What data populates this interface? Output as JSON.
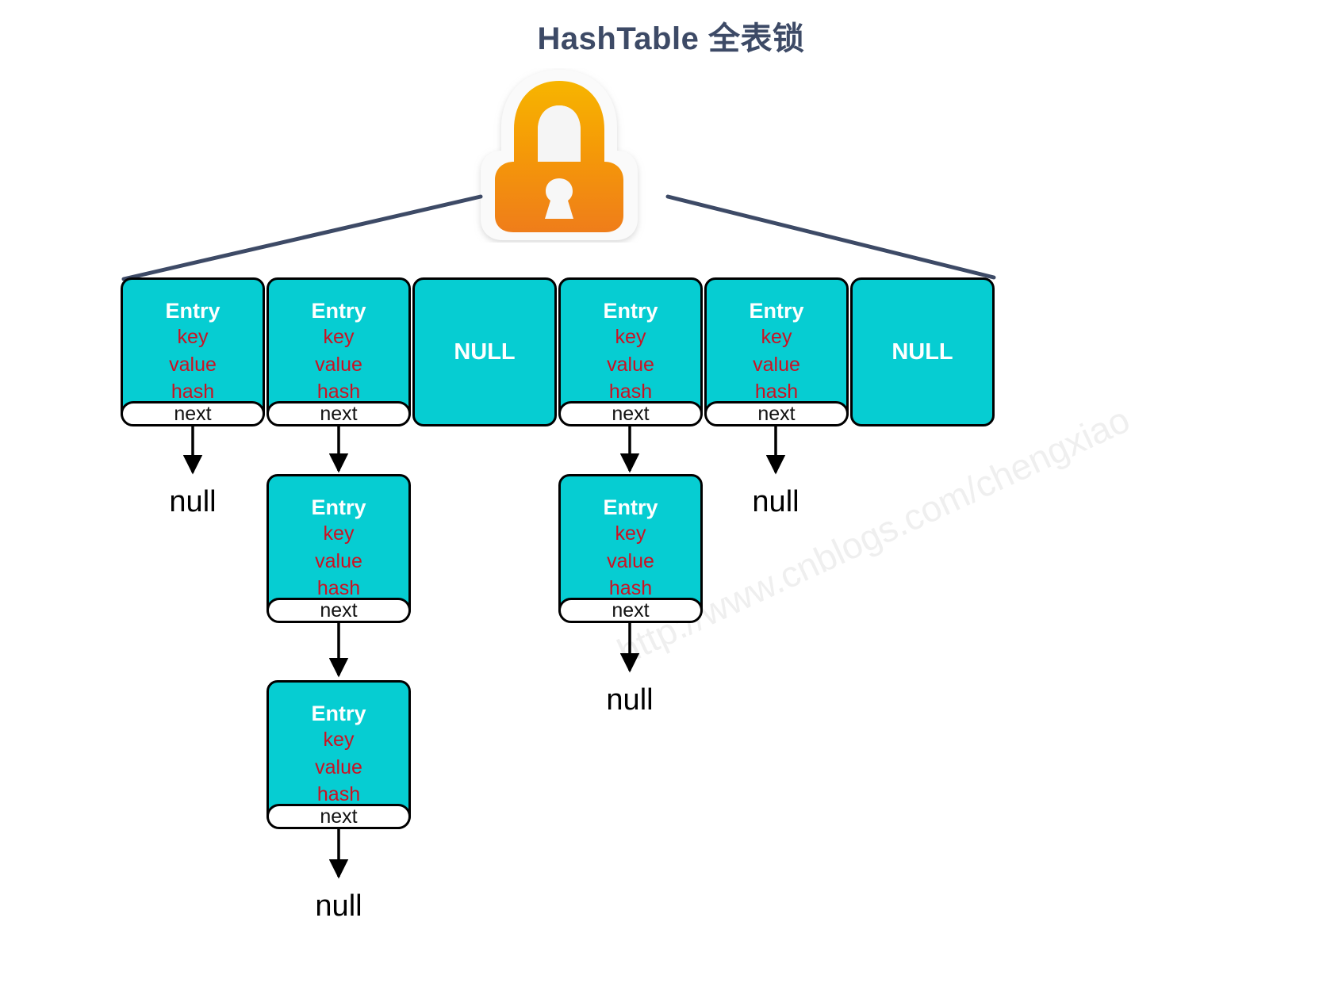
{
  "page": {
    "title": "HashTable 全表锁",
    "title_color": "#3d4a66",
    "background": "#ffffff",
    "watermark": "http://www.cnblogs.com/chengxiao"
  },
  "lock": {
    "icon": "padlock-icon",
    "gradient_top": "#f5a800",
    "gradient_bottom": "#f07c1a",
    "body_color": "#ffffff"
  },
  "colors": {
    "cell_fill": "#06cdd2",
    "cell_border": "#000000",
    "entry_title": "#ffffff",
    "entry_field": "#cc1122",
    "connector": "#3d4a66",
    "arrow": "#000000",
    "watermark": "#efefef"
  },
  "labels": {
    "entry": "Entry",
    "key": "key",
    "value": "value",
    "hash": "hash",
    "next": "next",
    "null_slot": "NULL",
    "null_leaf": "null"
  },
  "table": {
    "name": "hashtable-bucket-array",
    "buckets": [
      {
        "index": 0,
        "type": "entry",
        "title": "Entry",
        "fields": [
          "key",
          "value",
          "hash"
        ],
        "next_label": "next",
        "chain_target": "null"
      },
      {
        "index": 1,
        "type": "entry",
        "title": "Entry",
        "fields": [
          "key",
          "value",
          "hash"
        ],
        "next_label": "next",
        "chain_target": "entry"
      },
      {
        "index": 2,
        "type": "null",
        "title": "NULL"
      },
      {
        "index": 3,
        "type": "entry",
        "title": "Entry",
        "fields": [
          "key",
          "value",
          "hash"
        ],
        "next_label": "next",
        "chain_target": "entry"
      },
      {
        "index": 4,
        "type": "entry",
        "title": "Entry",
        "fields": [
          "key",
          "value",
          "hash"
        ],
        "next_label": "next",
        "chain_target": "null"
      },
      {
        "index": 5,
        "type": "null",
        "title": "NULL"
      }
    ]
  },
  "chains": {
    "bucket1": [
      {
        "level": 1,
        "title": "Entry",
        "fields": [
          "key",
          "value",
          "hash"
        ],
        "next_label": "next"
      },
      {
        "level": 2,
        "title": "Entry",
        "fields": [
          "key",
          "value",
          "hash"
        ],
        "next_label": "next"
      }
    ],
    "bucket3": [
      {
        "level": 1,
        "title": "Entry",
        "fields": [
          "key",
          "value",
          "hash"
        ],
        "next_label": "next"
      }
    ]
  }
}
